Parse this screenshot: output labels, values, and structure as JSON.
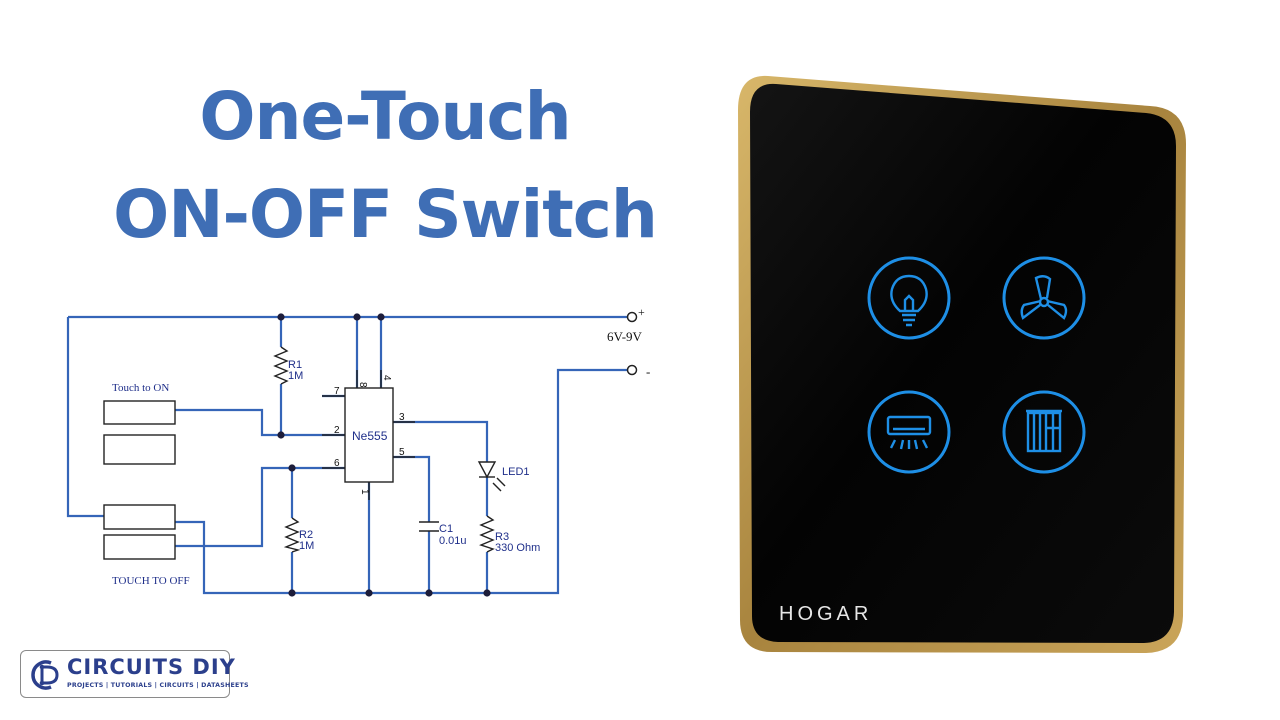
{
  "title": {
    "line1": "One-Touch",
    "line2": "ON-OFF Switch"
  },
  "schematic": {
    "supply_label": "6V-9V",
    "plus_label": "+",
    "minus_label": "-",
    "touch_on_label": "Touch to ON",
    "touch_off_label": "TOUCH TO OFF",
    "ic_label": "Ne555",
    "pins": {
      "p8": "8",
      "p4": "4",
      "p7": "7",
      "p2": "2",
      "p6": "6",
      "p3": "3",
      "p5": "5",
      "p1": "1"
    },
    "r1": {
      "name": "R1",
      "value": "1M"
    },
    "r2": {
      "name": "R2",
      "value": "1M"
    },
    "r3": {
      "name": "R3",
      "value": "330 Ohm"
    },
    "c1": {
      "name": "C1",
      "value": "0.01u"
    },
    "led": {
      "name": "LED1"
    },
    "wire_color": "#3565b8",
    "text_color": "#1f2f8a"
  },
  "panel": {
    "brand": "HOGAR",
    "frame_color": "#b9954a",
    "glass_color": "#050505",
    "icon_color": "#1e8fe6",
    "buttons": [
      {
        "icon": "light-bulb-icon"
      },
      {
        "icon": "fan-icon"
      },
      {
        "icon": "air-conditioner-icon"
      },
      {
        "icon": "curtain-icon"
      }
    ]
  },
  "logo": {
    "name": "CIRCUITS DIY",
    "tagline": "PROJECTS | TUTORIALS | CIRCUITS | DATASHEETS"
  }
}
